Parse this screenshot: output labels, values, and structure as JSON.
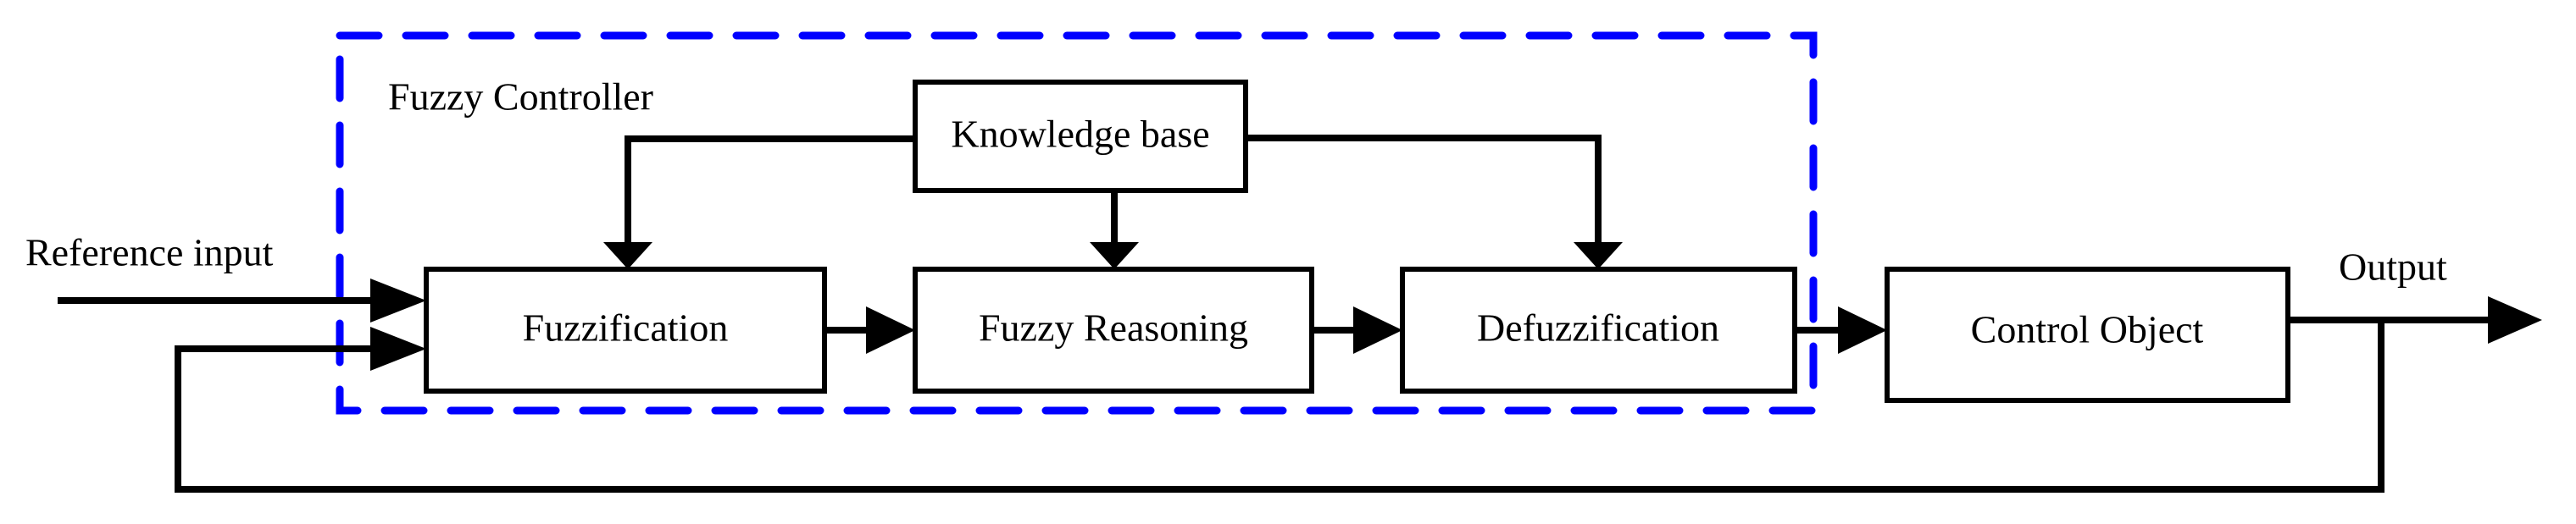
{
  "diagram": {
    "title": "Fuzzy control system block diagram",
    "background_color": "#ffffff",
    "line_color": "#000000",
    "group_border_color": "#0000ff"
  },
  "group": {
    "label": "Fuzzy Controller",
    "style": "dashed",
    "color": "#0000ff"
  },
  "labels": {
    "reference_input": "Reference input",
    "output": "Output"
  },
  "blocks": [
    {
      "id": "knowledge-base",
      "label": "Knowledge base"
    },
    {
      "id": "fuzzification",
      "label": "Fuzzification"
    },
    {
      "id": "fuzzy-reasoning",
      "label": "Fuzzy Reasoning"
    },
    {
      "id": "defuzzification",
      "label": "Defuzzification"
    },
    {
      "id": "control-object",
      "label": "Control Object"
    }
  ],
  "connections": [
    {
      "from": "reference-input",
      "to": "fuzzification",
      "type": "arrow"
    },
    {
      "from": "feedback",
      "to": "fuzzification",
      "type": "arrow"
    },
    {
      "from": "knowledge-base",
      "to": "fuzzification",
      "type": "arrow"
    },
    {
      "from": "knowledge-base",
      "to": "fuzzy-reasoning",
      "type": "arrow"
    },
    {
      "from": "knowledge-base",
      "to": "defuzzification",
      "type": "arrow"
    },
    {
      "from": "fuzzification",
      "to": "fuzzy-reasoning",
      "type": "arrow"
    },
    {
      "from": "fuzzy-reasoning",
      "to": "defuzzification",
      "type": "arrow"
    },
    {
      "from": "defuzzification",
      "to": "control-object",
      "type": "arrow"
    },
    {
      "from": "control-object",
      "to": "output",
      "type": "arrow"
    },
    {
      "from": "control-object",
      "to": "feedback",
      "type": "line"
    }
  ]
}
